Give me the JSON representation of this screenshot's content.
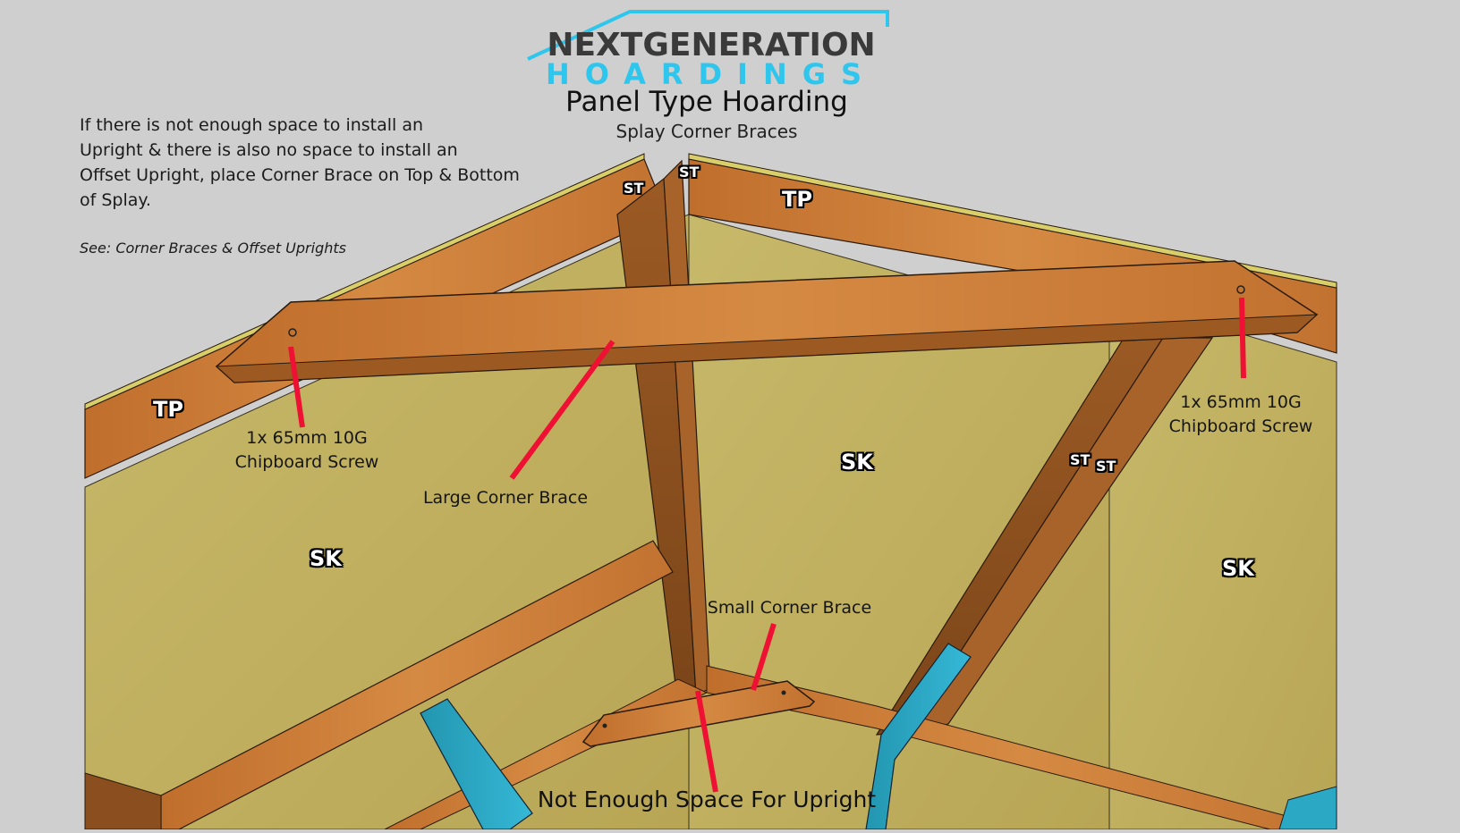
{
  "logo": {
    "line1": "NEXTGENERATION",
    "line2": "HOARDINGS",
    "blue": "#2fc6ee",
    "dark": "#3a3a3a"
  },
  "title": "Panel Type Hoarding",
  "subtitle": "Splay Corner Braces",
  "note": {
    "lines": [
      "If there is not enough space to install an",
      "Upright & there is also no space to install an",
      "Offset Upright, place Corner Brace on Top & Bottom",
      "of Splay."
    ],
    "see": "See: Corner Braces & Offset Uprights"
  },
  "labels": {
    "screw_left_1": "1x 65mm 10G",
    "screw_left_2": "Chipboard Screw",
    "screw_right_1": "1x 65mm 10G",
    "screw_right_2": "Chipboard Screw",
    "large_brace": "Large Corner Brace",
    "small_brace": "Small Corner Brace",
    "not_enough": "Not Enough Space For Upright"
  },
  "codes": {
    "tp": "TP",
    "sk": "SK",
    "st": "ST"
  },
  "colors": {
    "background": "#cfcfcf",
    "board": "#c2b35c",
    "timber_light": "#cc7a34",
    "timber_dark": "#8a4e1f",
    "bracket": "#2aa8c4",
    "leader": "#ee1133"
  }
}
